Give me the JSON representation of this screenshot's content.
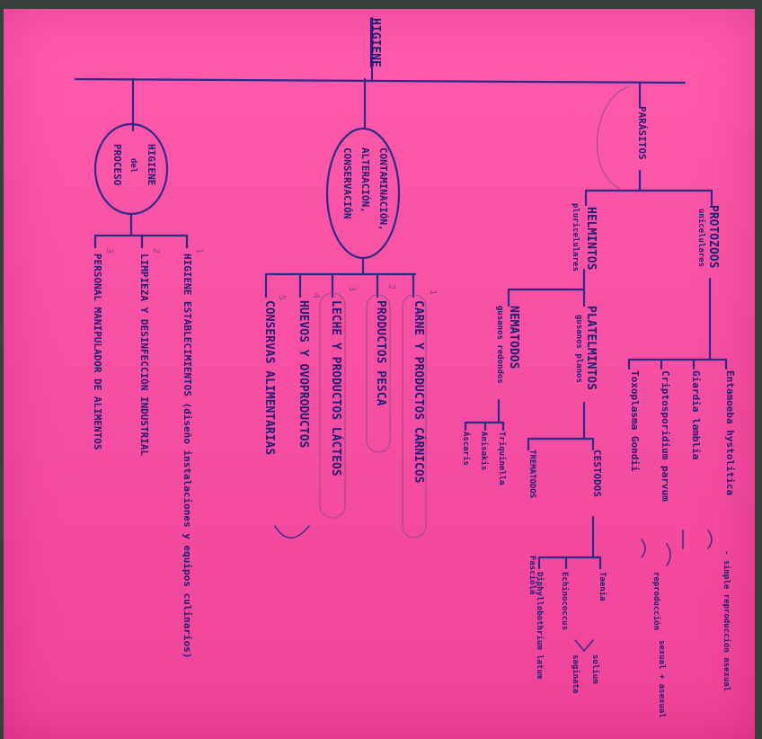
{
  "mindmap": {
    "root": "HIGIENE",
    "parasitos": {
      "label": "PARÁSITOS",
      "protozoos": {
        "label": "PROTOZOOS",
        "sub": "unicelulares",
        "items": [
          "Entamoeba hystolitica",
          "Giardia lamblia",
          "Criptosporidium parvum",
          "Toxoplasma Gondii"
        ],
        "notes": [
          "- simple reproducción asexual",
          "reproducción",
          "sexual + asexual"
        ]
      },
      "helmintos": {
        "label": "HELMINTOS",
        "sub": "pluricelulares",
        "platelmintos": {
          "label": "PLATELMINTOS",
          "sub": "gusanos planos",
          "cestodos": {
            "label": "CESTODOS",
            "taenia": "Taenia",
            "taenia_species": [
              "solium",
              "saginata"
            ],
            "others": [
              "Echinococcus",
              "Diphyllobothrium latum"
            ]
          },
          "trematodos": {
            "label": "TREMATODOS",
            "item": "Fasciola"
          }
        },
        "nematodos": {
          "label": "NEMATODOS",
          "sub": "gusanos redondos",
          "items": [
            "Triquinella",
            "Anisakis",
            "Áscaris"
          ]
        }
      }
    },
    "contaminacion": {
      "label_lines": [
        "CONTAMINACIÓN,",
        "ALTERACIÓN,",
        "CONSERVACIÓN"
      ],
      "items": [
        "CARNE Y PRODUCTOS CÁRNICOS",
        "PRODUCTOS PESCA",
        "LECHE Y PRODUCTOS LÁCTEOS",
        "HUEVOS Y OVOPRODUCTOS",
        "CONSERVAS ALIMENTARIAS"
      ],
      "numbers": [
        "1",
        "2",
        "3",
        "4",
        "5"
      ]
    },
    "higiene_proceso": {
      "label_lines": [
        "HIGIENE",
        "del",
        "PROCESO"
      ],
      "items": [
        "HIGIENE ESTABLECIMIENTOS (diseño instalaciones y equipos culinarios)",
        "LIMPIEZA Y DESINFECCIÓN INDUSTRIAL",
        "PERSONAL MANIPULADOR DE ALIMENTOS"
      ],
      "numbers": [
        "1",
        "2",
        "3"
      ]
    }
  }
}
